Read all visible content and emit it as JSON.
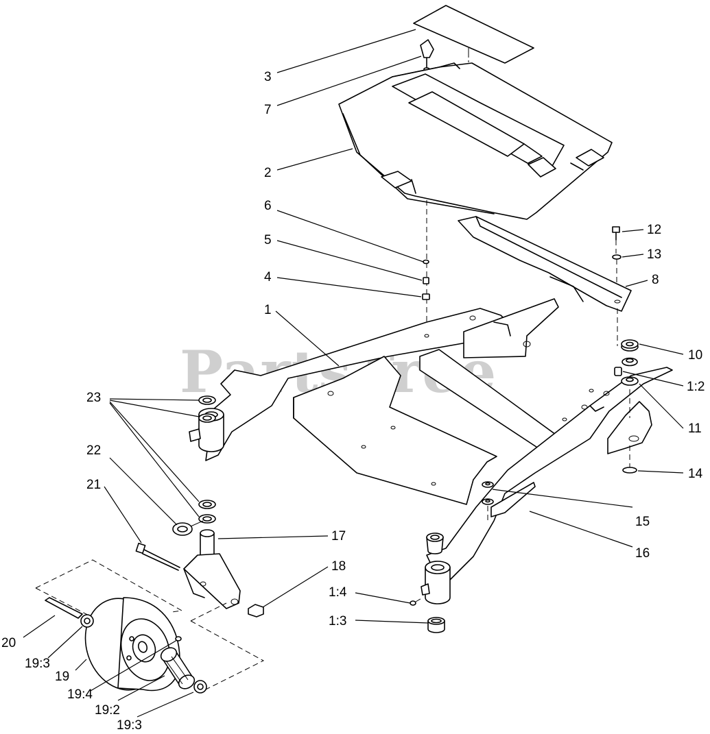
{
  "watermark": {
    "text": "PartsTree",
    "tm": "TM"
  },
  "callouts": [
    {
      "id": "c3",
      "label": "3"
    },
    {
      "id": "c7",
      "label": "7"
    },
    {
      "id": "c2",
      "label": "2"
    },
    {
      "id": "c6",
      "label": "6"
    },
    {
      "id": "c5",
      "label": "5"
    },
    {
      "id": "c4",
      "label": "4"
    },
    {
      "id": "c1",
      "label": "1"
    },
    {
      "id": "c12",
      "label": "12"
    },
    {
      "id": "c13",
      "label": "13"
    },
    {
      "id": "c8",
      "label": "8"
    },
    {
      "id": "c10",
      "label": "10"
    },
    {
      "id": "c1_2",
      "label": "1:2"
    },
    {
      "id": "c11",
      "label": "11"
    },
    {
      "id": "c14",
      "label": "14"
    },
    {
      "id": "c23",
      "label": "23"
    },
    {
      "id": "c22",
      "label": "22"
    },
    {
      "id": "c21",
      "label": "21"
    },
    {
      "id": "c15",
      "label": "15"
    },
    {
      "id": "c16",
      "label": "16"
    },
    {
      "id": "c17",
      "label": "17"
    },
    {
      "id": "c18",
      "label": "18"
    },
    {
      "id": "c1_4",
      "label": "1:4"
    },
    {
      "id": "c1_3",
      "label": "1:3"
    },
    {
      "id": "c20",
      "label": "20"
    },
    {
      "id": "c19_3a",
      "label": "19:3"
    },
    {
      "id": "c19",
      "label": "19"
    },
    {
      "id": "c19_4",
      "label": "19:4"
    },
    {
      "id": "c19_2",
      "label": "19:2"
    },
    {
      "id": "c19_3b",
      "label": "19:3"
    }
  ]
}
